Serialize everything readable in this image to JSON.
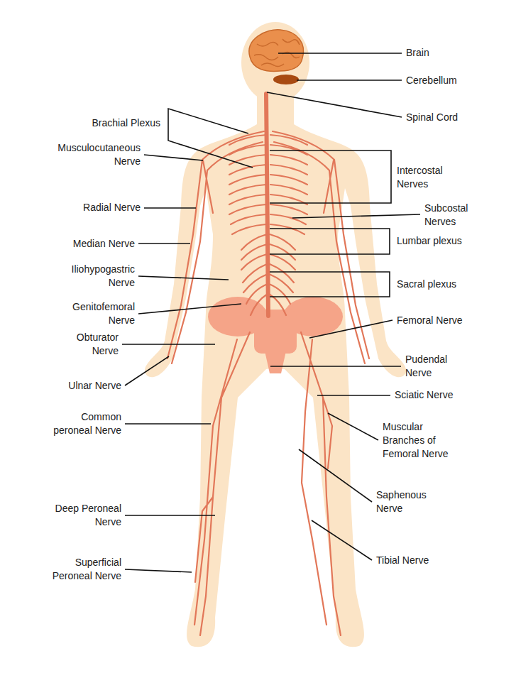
{
  "diagram": {
    "labels": [
      "Brain",
      "Cerebellum",
      "Spinal Cord",
      "Brachial Plexus",
      "Musculocutaneous Nerve",
      "Radial Nerve",
      "Intercostal Nerves",
      "Subcostal Nerves",
      "Median Nerve",
      "Lumbar plexus",
      "Iliohypogastric Nerve",
      "Sacral plexus",
      "Genitofemoral Nerve",
      "Femoral Nerve",
      "Obturator Nerve",
      "Pudendal Nerve",
      "Ulnar Nerve",
      "Sciatic Nerve",
      "Common peroneal Nerve",
      "Muscular Branches of Femoral Nerve",
      "Saphenous Nerve",
      "Deep Peroneal Nerve",
      "Tibial Nerve",
      "Superficial Peroneal Nerve"
    ]
  }
}
